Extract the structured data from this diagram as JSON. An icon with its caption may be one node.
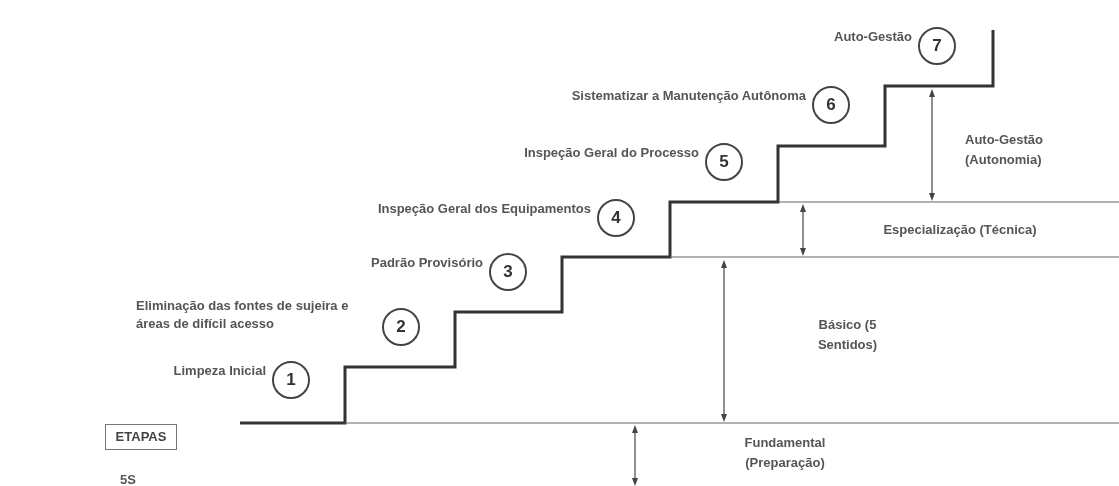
{
  "diagram": {
    "nodes": [
      {
        "text": [
          "1"
        ],
        "beside": [
          "Limpeza Inicial"
        ]
      },
      {
        "text": [
          "2"
        ],
        "beside": [
          "Eliminação das fontes de sujeira e áreas de difícil acesso"
        ]
      },
      {
        "text": [
          "3"
        ],
        "beside": [
          "Padrão Provisório"
        ]
      },
      {
        "text": [
          "4"
        ],
        "beside": [
          "Inspeção Geral dos Equipamentos"
        ]
      },
      {
        "text": [
          "5"
        ],
        "beside": [
          "Inspeção Geral do Processo"
        ]
      },
      {
        "text": [
          "6"
        ],
        "beside": [
          "Sistematizar a Manutenção Autônoma"
        ]
      },
      {
        "text": [
          "7"
        ],
        "beside": [
          "Auto-Gestão"
        ]
      },
      {
        "text": [
          "ETAPAS"
        ]
      }
    ],
    "labels": [
      "5S",
      "Auto-Gestão (Autonomia)",
      "Especialização (Técnica)",
      "Básico (5 Sentidos)",
      "Fundamental (Preparação)"
    ]
  }
}
